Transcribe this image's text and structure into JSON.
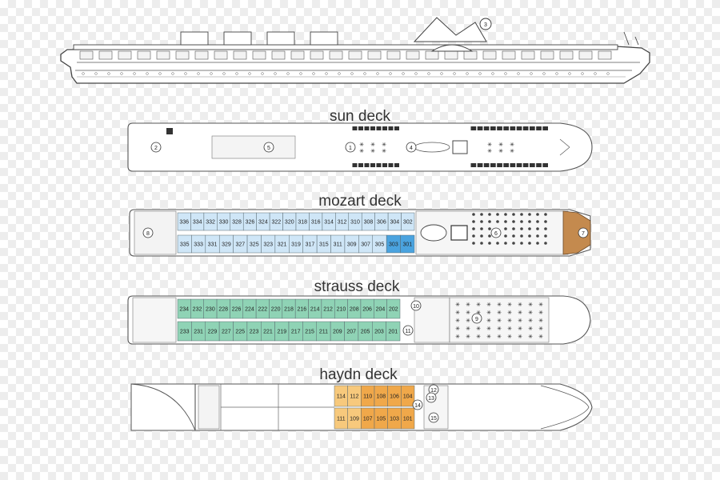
{
  "diagram": {
    "colors": {
      "outline": "#555555",
      "mozart_cabin": "#cfe6f7",
      "mozart_cabin_highlight": "#4aa3df",
      "strauss_cabin": "#8fd3b5",
      "haydn_cabin_light": "#f7c97c",
      "haydn_cabin_dark": "#f0a84a",
      "sundeck_wood": "#c48a4e"
    },
    "side_view": {
      "marker": "3"
    },
    "decks": [
      {
        "id": "sun",
        "title": "sun deck",
        "markers": [
          "2",
          "5",
          "1",
          "4"
        ]
      },
      {
        "id": "mozart",
        "title": "mozart deck",
        "top_cabins": [
          "336",
          "334",
          "332",
          "330",
          "328",
          "326",
          "324",
          "322",
          "320",
          "318",
          "316",
          "314",
          "312",
          "310",
          "308",
          "306",
          "304",
          "302"
        ],
        "bottom_cabins": [
          "335",
          "333",
          "331",
          "329",
          "327",
          "325",
          "323",
          "321",
          "319",
          "317",
          "315",
          "311",
          "309",
          "307",
          "305",
          "303",
          "301"
        ],
        "highlighted": [
          "303",
          "301"
        ],
        "markers": [
          "8",
          "6",
          "7"
        ]
      },
      {
        "id": "strauss",
        "title": "strauss deck",
        "top_cabins": [
          "234",
          "232",
          "230",
          "228",
          "226",
          "224",
          "222",
          "220",
          "218",
          "216",
          "214",
          "212",
          "210",
          "208",
          "206",
          "204",
          "202"
        ],
        "bottom_cabins": [
          "233",
          "231",
          "229",
          "227",
          "225",
          "223",
          "221",
          "219",
          "217",
          "215",
          "211",
          "209",
          "207",
          "205",
          "203",
          "201"
        ],
        "markers": [
          "10",
          "9",
          "11"
        ]
      },
      {
        "id": "haydn",
        "title": "haydn deck",
        "top_cabins": [
          "114",
          "112",
          "110",
          "108",
          "106",
          "104"
        ],
        "bottom_cabins": [
          "111",
          "109",
          "107",
          "105",
          "103",
          "101"
        ],
        "markers": [
          "12",
          "13",
          "14",
          "15"
        ]
      }
    ]
  }
}
